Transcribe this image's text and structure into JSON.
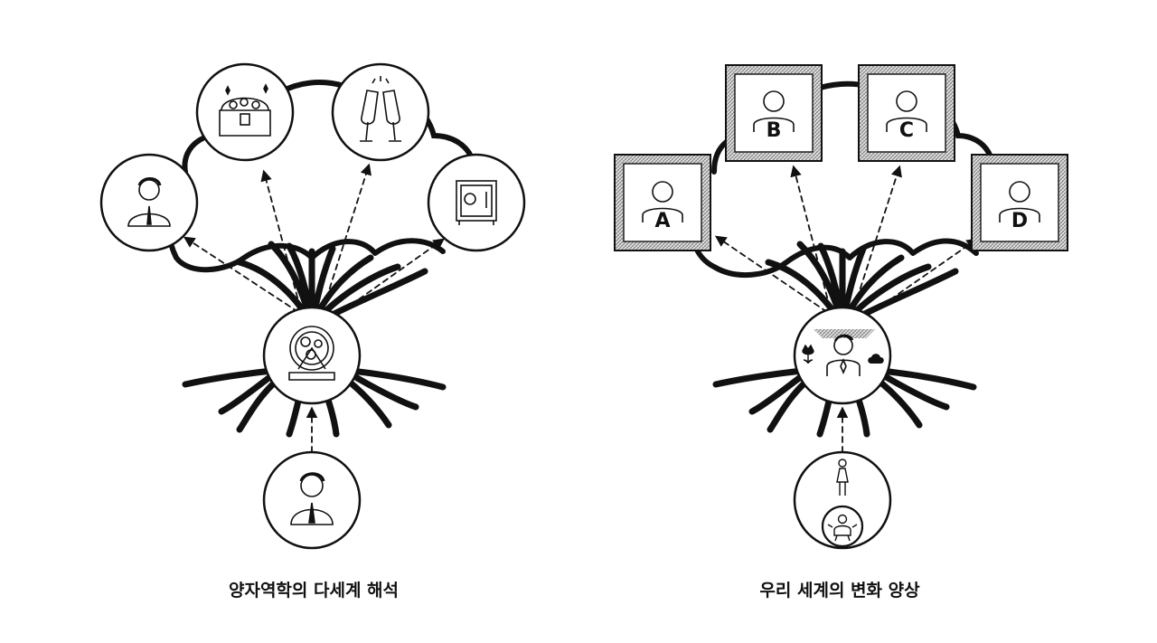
{
  "diagrams": [
    {
      "caption": "양자역학의 다세계 해석",
      "root_icon": "lottery-drum-icon",
      "source_icon": "businessman-icon",
      "branch_icons": [
        "businessman-icon",
        "treasure-chest-icon",
        "champagne-toast-icon",
        "safe-icon"
      ]
    },
    {
      "caption": "우리 세계의 변화 양상",
      "root_icon": "person-with-environment-icon",
      "source_icon": "mother-and-baby-icon",
      "branch_labels": [
        "A",
        "B",
        "C",
        "D"
      ]
    }
  ],
  "colors": {
    "ink": "#111111",
    "hatch": "#9a9a9a",
    "background": "#ffffff"
  }
}
